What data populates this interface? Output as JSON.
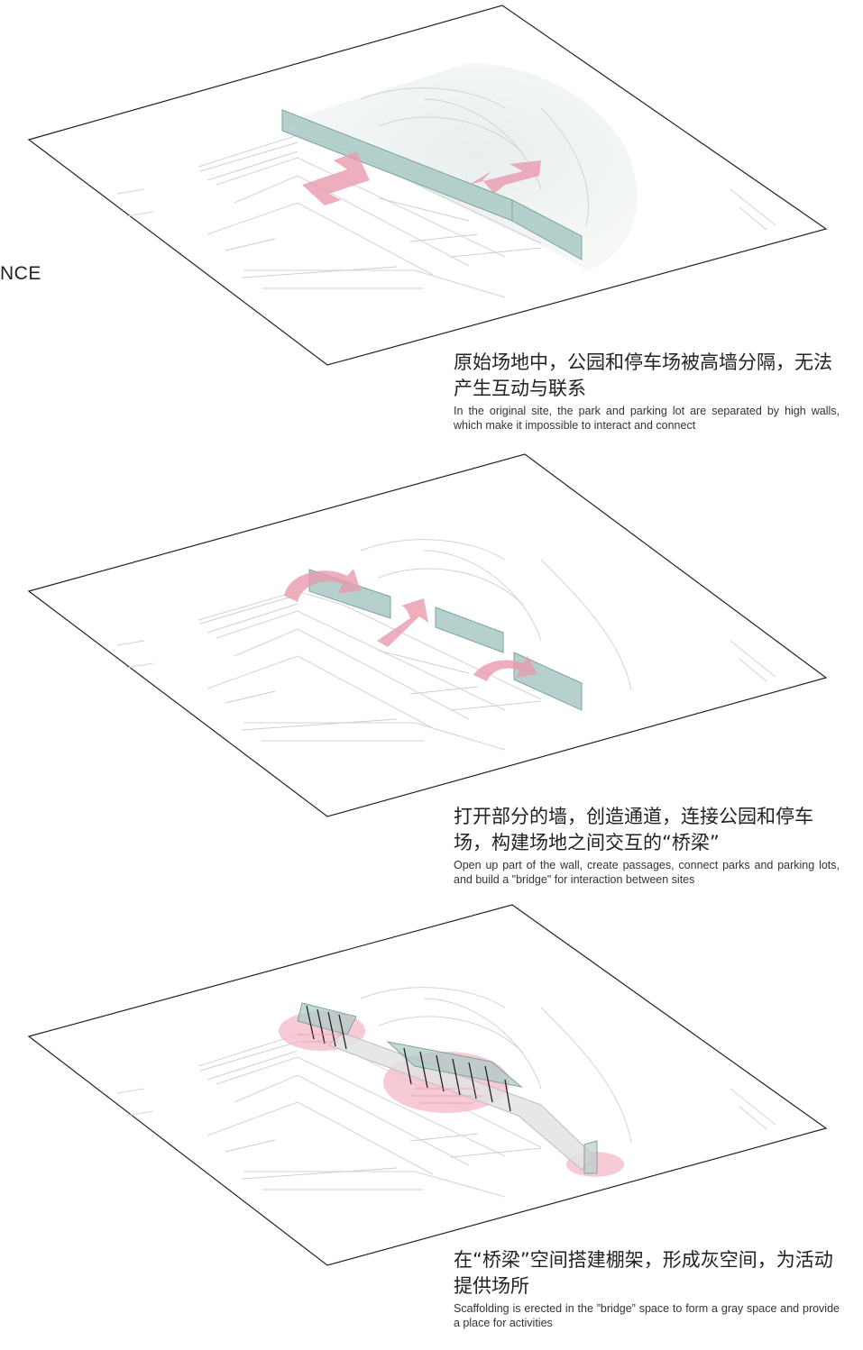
{
  "side_label": "NCE",
  "panels": [
    {
      "zh": "原始场地中，公园和停车场被高墙分隔，无法产生互动与联系",
      "en": "In the original site, the park and parking lot are separated by high walls, which make it impossible to interact and connect"
    },
    {
      "zh": "打开部分的墙，创造通道，连接公园和停车场，构建场地之间交互的“桥梁”",
      "en": "Open up part of the wall, create passages, connect parks and parking lots, and build a \"bridge\" for interaction between sites"
    },
    {
      "zh": "在“桥梁”空间搭建棚架，形成灰空间，为活动提供场所",
      "en": "Scaffolding is erected in the ”bridge” space to form a gray space and provide a place for activities"
    }
  ],
  "colors": {
    "wall": "#a9c9c4",
    "arrow": "#e89aae",
    "highlight": "#f3b9c7",
    "line": "#cfcfcf",
    "outline": "#222222"
  }
}
